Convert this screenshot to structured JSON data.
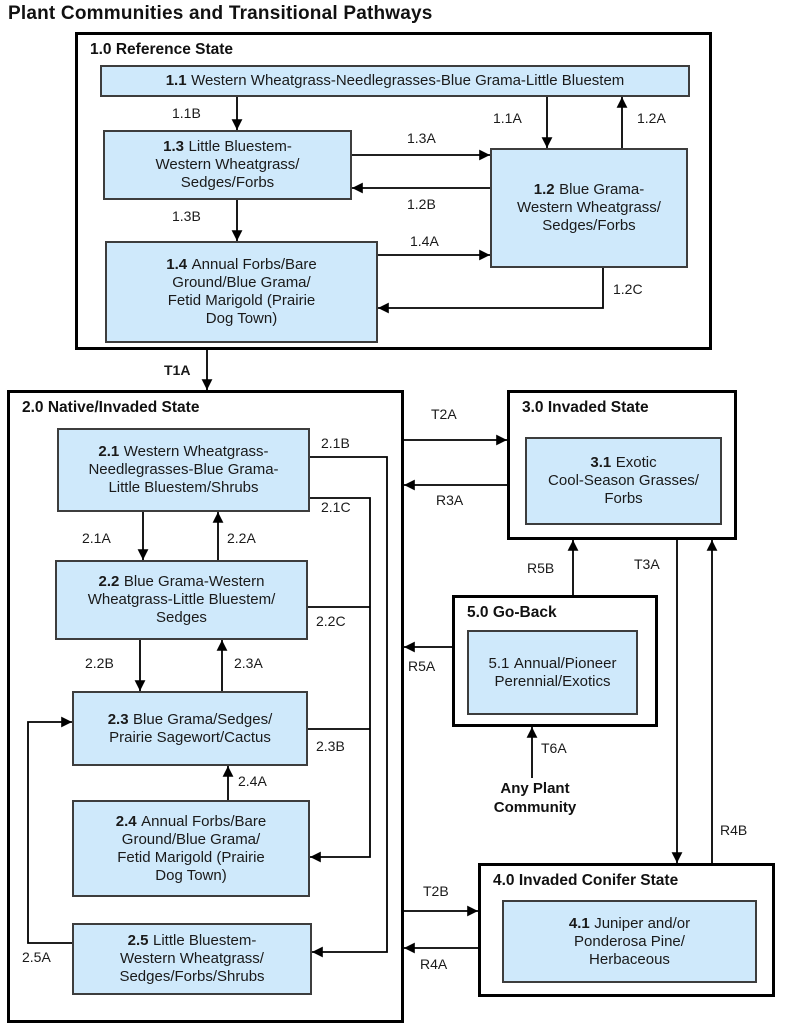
{
  "title": "Plant Communities and Transitional Pathways",
  "colors": {
    "community_fill": "#cfe9fb",
    "community_border": "#3d3d3d",
    "state_border": "#000000",
    "arrow": "#000000"
  },
  "states": {
    "s1": {
      "label": "1.0 Reference State"
    },
    "s2": {
      "label": "2.0 Native/Invaded State"
    },
    "s3": {
      "label": "3.0 Invaded State"
    },
    "s5": {
      "label": "5.0 Go-Back"
    },
    "s4": {
      "label": "4.0 Invaded Conifer State"
    }
  },
  "communities": {
    "c11": {
      "id": "1.1",
      "name": "Western Wheatgrass-Needlegrasses-Blue Grama-Little Bluestem"
    },
    "c13": {
      "id": "1.3",
      "name": [
        "Little Bluestem-",
        "Western Wheatgrass/",
        "Sedges/Forbs"
      ]
    },
    "c12": {
      "id": "1.2",
      "name": [
        "Blue Grama-",
        "Western Wheatgrass/",
        "Sedges/Forbs"
      ]
    },
    "c14": {
      "id": "1.4",
      "name": [
        "Annual Forbs/Bare",
        "Ground/Blue Grama/",
        "Fetid Marigold (Prairie",
        "Dog Town)"
      ]
    },
    "c21": {
      "id": "2.1",
      "name": [
        "Western Wheatgrass-",
        "Needlegrasses-Blue Grama-",
        "Little Bluestem/Shrubs"
      ]
    },
    "c22": {
      "id": "2.2",
      "name": [
        "Blue Grama-Western",
        "Wheatgrass-Little Bluestem/",
        "Sedges"
      ]
    },
    "c23": {
      "id": "2.3",
      "name": [
        "Blue Grama/Sedges/",
        "Prairie Sagewort/Cactus"
      ]
    },
    "c24": {
      "id": "2.4",
      "name": [
        "Annual Forbs/Bare",
        "Ground/Blue Grama/",
        "Fetid Marigold (Prairie",
        "Dog Town)"
      ]
    },
    "c25": {
      "id": "2.5",
      "name": [
        "Little Bluestem-",
        "Western Wheatgrass/",
        "Sedges/Forbs/Shrubs"
      ]
    },
    "c31": {
      "id": "3.1",
      "name": [
        "Exotic",
        "Cool-Season Grasses/",
        "Forbs"
      ]
    },
    "c51": {
      "id": "5.1",
      "name": [
        "Annual/Pioneer",
        "Perennial/Exotics"
      ]
    },
    "c41": {
      "id": "4.1",
      "name": [
        "Juniper and/or",
        "Ponderosa Pine/",
        "Herbaceous"
      ]
    }
  },
  "pathways": {
    "p11a": "1.1A",
    "p11b": "1.1B",
    "p12a": "1.2A",
    "p12b": "1.2B",
    "p12c": "1.2C",
    "p13a": "1.3A",
    "p13b": "1.3B",
    "p14a": "1.4A",
    "t1a": "T1A",
    "p21a": "2.1A",
    "p21b": "2.1B",
    "p21c": "2.1C",
    "p22a": "2.2A",
    "p22b": "2.2B",
    "p22c": "2.2C",
    "p23a": "2.3A",
    "p23b": "2.3B",
    "p24a": "2.4A",
    "p25a": "2.5A",
    "t2a": "T2A",
    "t2b": "T2B",
    "t3a": "T3A",
    "t6a": "T6A",
    "r3a": "R3A",
    "r4a": "R4A",
    "r4b": "R4B",
    "r5a": "R5A",
    "r5b": "R5B"
  },
  "annotations": {
    "any_plant_community": [
      "Any Plant",
      "Community"
    ]
  }
}
